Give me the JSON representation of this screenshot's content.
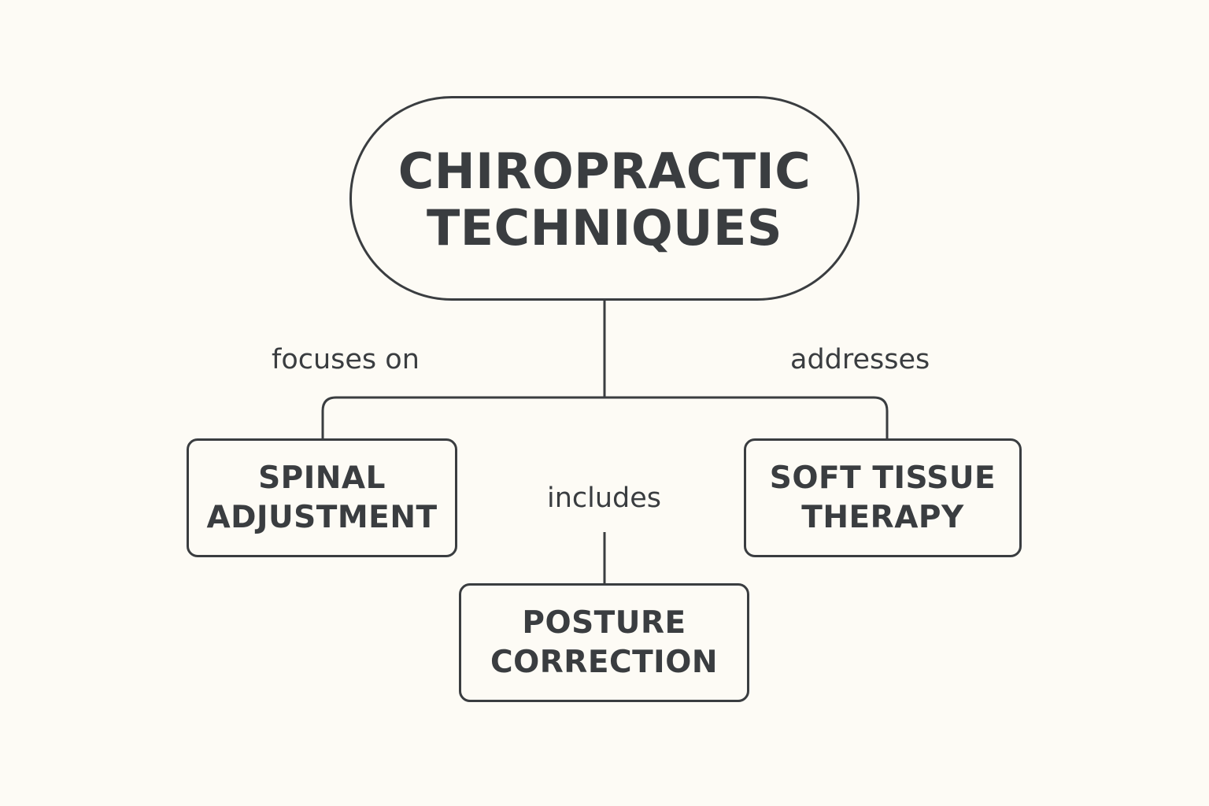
{
  "diagram": {
    "root": {
      "line1": "CHIROPRACTIC",
      "line2": "TECHNIQUES"
    },
    "children": {
      "spinal": {
        "line1": "SPINAL",
        "line2": "ADJUSTMENT"
      },
      "soft": {
        "line1": "SOFT TISSUE",
        "line2": "THERAPY"
      },
      "posture": {
        "line1": "POSTURE",
        "line2": "CORRECTION"
      }
    },
    "edge_labels": {
      "focuses_on": "focuses on",
      "addresses": "addresses",
      "includes": "includes"
    },
    "colors": {
      "background": "#fdfbf5",
      "stroke": "#3a3d40",
      "text": "#3a3d40"
    }
  }
}
